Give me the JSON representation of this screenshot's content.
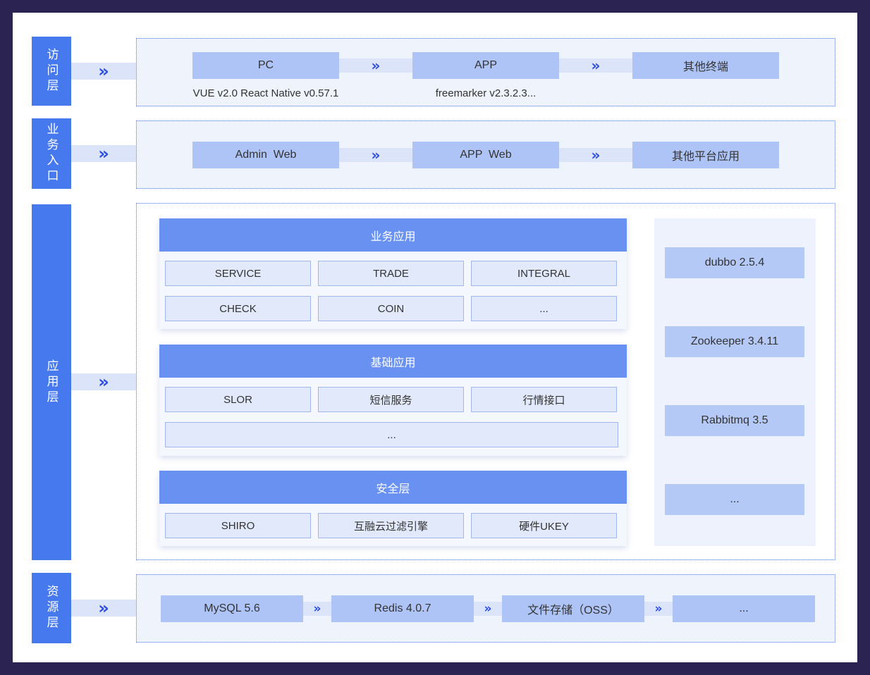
{
  "diagram": {
    "access_layer": {
      "label": "访问层",
      "nodes": [
        {
          "label": "PC",
          "subtitle": "VUE v2.0 React Native v0.57.1"
        },
        {
          "label": "APP",
          "subtitle": "freemarker v2.3.2.3..."
        },
        {
          "label": "其他终端",
          "subtitle": ""
        }
      ]
    },
    "entry_layer": {
      "label": "业务入口",
      "nodes": [
        {
          "label": "Admin  Web"
        },
        {
          "label": "APP  Web"
        },
        {
          "label": "其他平台应用"
        }
      ]
    },
    "app_layer": {
      "label": "应用层",
      "groups": [
        {
          "title": "业务应用",
          "cells": [
            "SERVICE",
            "TRADE",
            "INTEGRAL",
            "CHECK",
            "COIN",
            "..."
          ]
        },
        {
          "title": "基础应用",
          "cells": [
            "SLOR",
            "短信服务",
            "行情接口"
          ],
          "wide_cell": "..."
        },
        {
          "title": "安全层",
          "cells": [
            "SHIRO",
            "互融云过滤引擎",
            "硬件UKEY"
          ]
        }
      ],
      "middleware": [
        "dubbo 2.5.4",
        "Zookeeper 3.4.11",
        "Rabbitmq 3.5",
        "..."
      ]
    },
    "resource_layer": {
      "label": "资源层",
      "nodes": [
        {
          "label": "MySQL 5.6"
        },
        {
          "label": "Redis 4.0.7"
        },
        {
          "label": "文件存储（OSS）"
        },
        {
          "label": "..."
        }
      ]
    }
  },
  "icons": {
    "double_chevron": "»"
  },
  "colors": {
    "frame": "#2b2452",
    "layer_label_blue": "#4678ee",
    "group_header_blue": "#6991f1",
    "node_fill": "#aec3f6",
    "cell_fill": "#e1e9fa",
    "connector_fill": "#dce4f9",
    "chevron_blue": "#2b4de2",
    "panel_fill": "#eef3fc",
    "panel_border": "#5b78e6"
  }
}
